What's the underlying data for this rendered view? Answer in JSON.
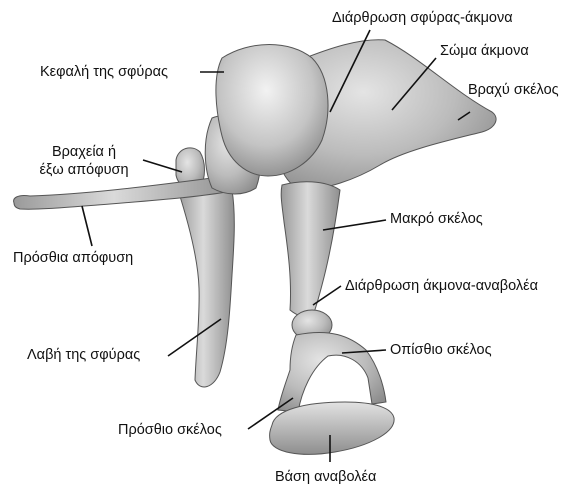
{
  "labels": {
    "incudomalleolar_joint": "Διάρθρωση σφύρας-άκμονα",
    "incus_body": "Σώμα άκμονα",
    "malleus_head": "Κεφαλή της σφύρας",
    "incus_short_process": "Βραχύ σκέλος",
    "malleus_lateral_process_line1": "Βραχεία ή",
    "malleus_lateral_process_line2": "έξω απόφυση",
    "incus_long_process": "Μακρό σκέλος",
    "malleus_anterior_process": "Πρόσθια απόφυση",
    "incudostapedial_joint": "Διάρθρωση άκμονα-αναβολέα",
    "stapes_posterior_crus": "Οπίσθιο σκέλος",
    "malleus_handle": "Λαβή της σφύρας",
    "stapes_anterior_crus": "Πρόσθιο σκέλος",
    "stapes_footplate": "Βάση αναβολέα"
  }
}
